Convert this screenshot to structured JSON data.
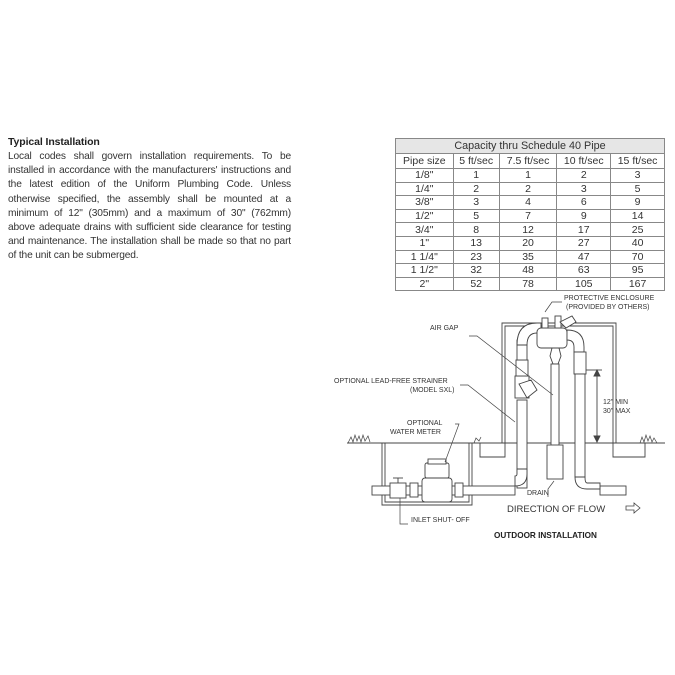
{
  "installation": {
    "heading": "Typical Installation",
    "body": "Local codes shall govern installation requirements. To be installed in accordance with the manufacturers' instructions and the latest edition of the Uniform Plumbing Code. Unless otherwise specified, the assembly shall be mounted at a minimum of 12\" (305mm) and a maximum of 30\" (762mm) above adequate drains with sufficient side clearance for testing and maintenance. The installation shall be made so that no part of the unit can be submerged."
  },
  "capacity_table": {
    "title": "Capacity thru Schedule 40 Pipe",
    "columns": [
      "Pipe size",
      "5 ft/sec",
      "7.5 ft/sec",
      "10 ft/sec",
      "15 ft/sec"
    ],
    "rows": [
      [
        "1/8\"",
        "1",
        "1",
        "2",
        "3"
      ],
      [
        "1/4\"",
        "2",
        "2",
        "3",
        "5"
      ],
      [
        "3/8\"",
        "3",
        "4",
        "6",
        "9"
      ],
      [
        "1/2\"",
        "5",
        "7",
        "9",
        "14"
      ],
      [
        "3/4\"",
        "8",
        "12",
        "17",
        "25"
      ],
      [
        "1\"",
        "13",
        "20",
        "27",
        "40"
      ],
      [
        "1 1/4\"",
        "23",
        "35",
        "47",
        "70"
      ],
      [
        "1 1/2\"",
        "32",
        "48",
        "63",
        "95"
      ],
      [
        "2\"",
        "52",
        "78",
        "105",
        "167"
      ]
    ]
  },
  "diagram": {
    "title": "OUTDOOR INSTALLATION",
    "labels": {
      "enclosure_1": "PROTECTIVE  ENCLOSURE",
      "enclosure_2": "(PROVIDED BY OTHERS)",
      "air_gap": "AIR GAP",
      "strainer_1": "OPTIONAL LEAD-FREE STRAINER",
      "strainer_2": "(MODEL SXL)",
      "meter_1": "OPTIONAL",
      "meter_2": "WATER METER",
      "height_1": "12\"  MIN",
      "height_2": "30\"  MAX",
      "drain": "DRAIN",
      "flow": "DIRECTION OF FLOW",
      "shutoff": "INLET  SHUT- OFF"
    },
    "icons": [
      "flow-arrow-icon"
    ]
  }
}
